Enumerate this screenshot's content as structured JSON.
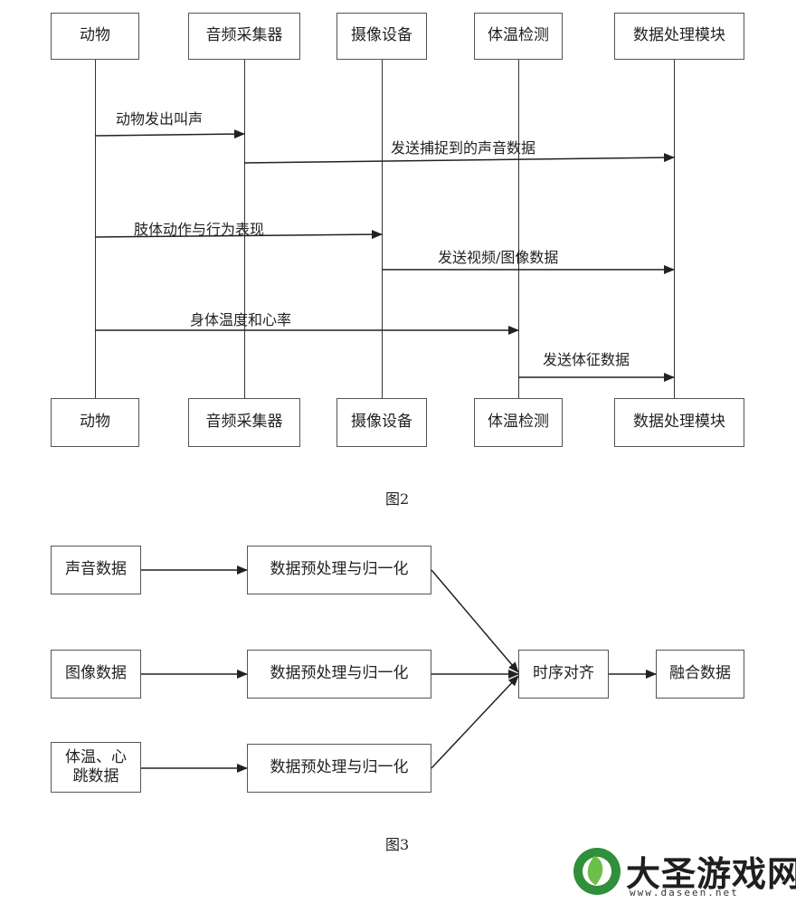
{
  "figure2": {
    "caption": "图2",
    "participants": [
      "动物",
      "音频采集器",
      "摄像设备",
      "体温检测",
      "数据处理模块"
    ],
    "messages": [
      {
        "from": 0,
        "to": 1,
        "label": "动物发出叫声"
      },
      {
        "from": 1,
        "to": 4,
        "label": "发送捕捉到的声音数据"
      },
      {
        "from": 0,
        "to": 2,
        "label": "肢体动作与行为表现"
      },
      {
        "from": 2,
        "to": 4,
        "label": "发送视频/图像数据"
      },
      {
        "from": 0,
        "to": 3,
        "label": "身体温度和心率"
      },
      {
        "from": 3,
        "to": 4,
        "label": "发送体征数据"
      }
    ]
  },
  "figure3": {
    "caption": "图3",
    "inputs": [
      "声音数据",
      "图像数据",
      "体温、心跳数据"
    ],
    "preprocess": [
      "数据预处理与归一化",
      "数据预处理与归一化",
      "数据预处理与归一化"
    ],
    "align": "时序对齐",
    "output": "融合数据"
  },
  "watermark": {
    "title": "大圣游戏网",
    "url": "www.daseen.net",
    "logo_colors": [
      "#2f8f3a",
      "#6cc04a"
    ]
  }
}
